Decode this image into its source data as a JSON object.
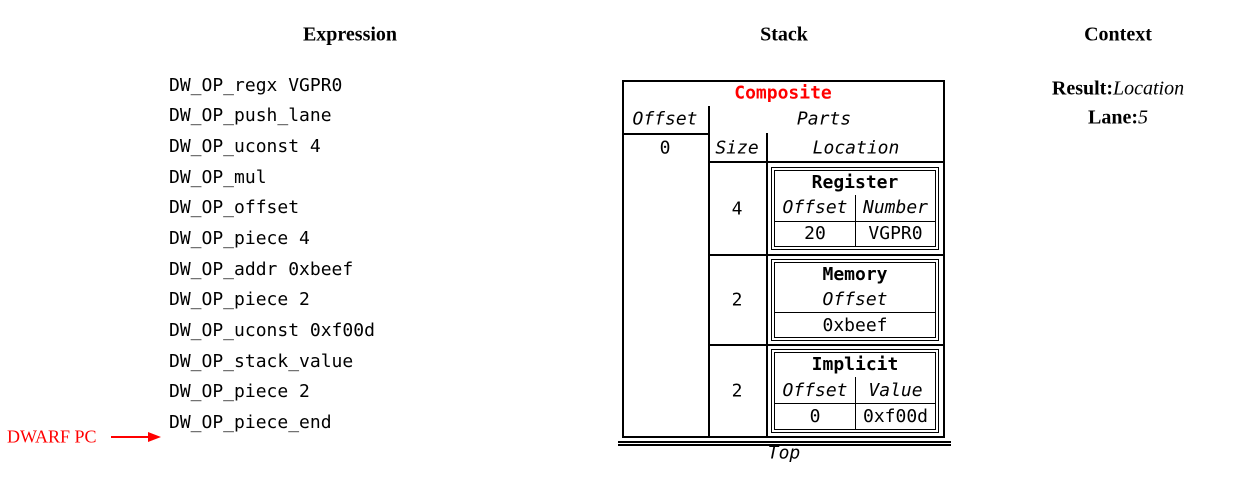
{
  "colors": {
    "accent_red": "#ff0000",
    "ink": "#000000",
    "background": "#ffffff"
  },
  "headers": {
    "expression": "Expression",
    "stack": "Stack",
    "context": "Context"
  },
  "expression": {
    "ops": [
      "DW_OP_regx VGPR0",
      "DW_OP_push_lane",
      "DW_OP_uconst 4",
      "DW_OP_mul",
      "DW_OP_offset",
      "DW_OP_piece 4",
      "DW_OP_addr 0xbeef",
      "DW_OP_piece 2",
      "DW_OP_uconst 0xf00d",
      "DW_OP_stack_value",
      "DW_OP_piece 2",
      "DW_OP_piece_end"
    ],
    "pc_label": "DWARF PC"
  },
  "stack": {
    "entry_title": "Composite",
    "offset_header": "Offset",
    "offset_value": "0",
    "parts_header": "Parts",
    "size_header": "Size",
    "location_header": "Location",
    "top_label": "Top",
    "parts": [
      {
        "size": "4",
        "kind": "Register",
        "col1": "Offset",
        "col2": "Number",
        "val1": "20",
        "val2": "VGPR0"
      },
      {
        "size": "2",
        "kind": "Memory",
        "col1": "Offset",
        "val1": "0xbeef"
      },
      {
        "size": "2",
        "kind": "Implicit",
        "col1": "Offset",
        "col2": "Value",
        "val1": "0",
        "val2": "0xf00d"
      }
    ]
  },
  "context": {
    "result_label": "Result:",
    "result_value": "Location",
    "lane_label": "Lane:",
    "lane_value": "5"
  }
}
